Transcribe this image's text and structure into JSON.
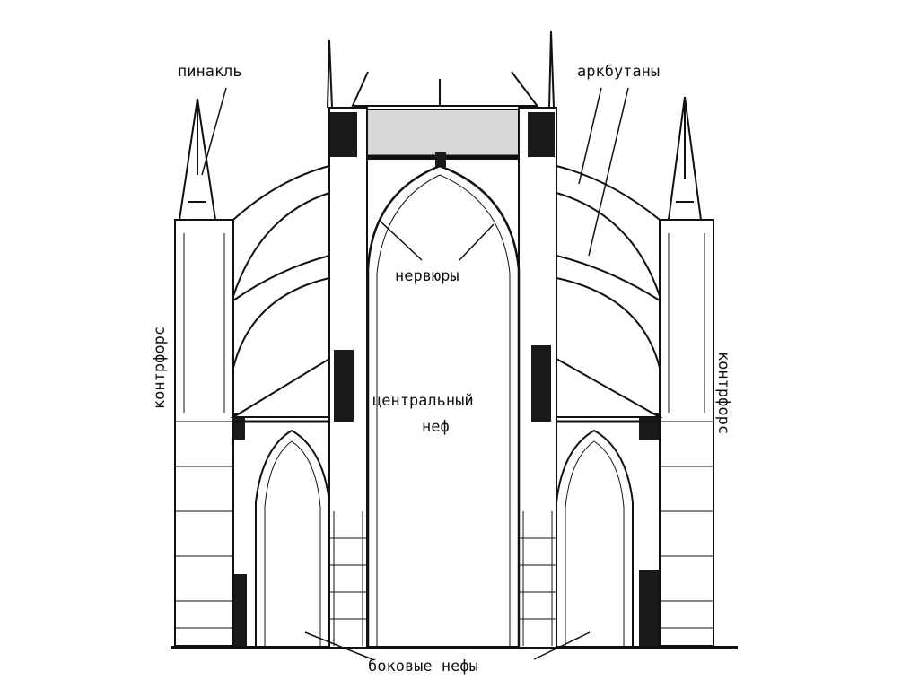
{
  "labels": {
    "pinnacle": "пинакль",
    "flying_buttresses": "аркбутаны",
    "ribs": "нервюры",
    "buttress_left": "контрфорс",
    "buttress_right": "контрфорс",
    "central_nave_line1": "центральный",
    "central_nave_line2": "неф",
    "side_naves": "боковые нефы"
  },
  "colors": {
    "ink": "#111111",
    "shade": "#d8d8d8",
    "dark": "#1a1a1a"
  }
}
